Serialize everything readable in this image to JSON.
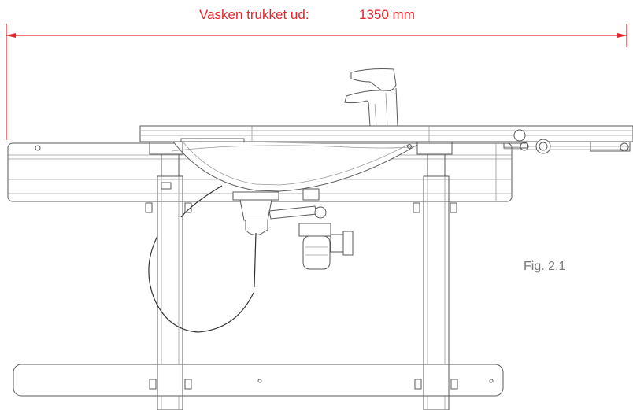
{
  "dimension": {
    "label": "Vasken trukket ud:",
    "value": "1350 mm",
    "color": "#e3262b"
  },
  "figure": {
    "label": "Fig. 2.1"
  }
}
